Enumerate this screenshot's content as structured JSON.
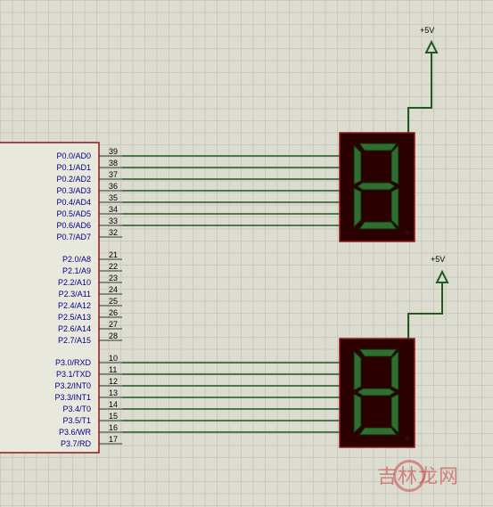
{
  "colors": {
    "background": "#dcdcd0",
    "grid": "#c9c9bd",
    "chip_body": "#e8e8dc",
    "chip_border": "#8b1a1a",
    "wire": "#1f5a1f",
    "display_body": "#2a0000",
    "display_border": "#8b1a1a",
    "segment_on": "#2f6e2f",
    "segment_outline": "#0d2a0d",
    "label_text": "#00008b"
  },
  "mcu": {
    "port0": [
      {
        "name": "P0.0/AD0",
        "num": "39"
      },
      {
        "name": "P0.1/AD1",
        "num": "38"
      },
      {
        "name": "P0.2/AD2",
        "num": "37"
      },
      {
        "name": "P0.3/AD3",
        "num": "36"
      },
      {
        "name": "P0.4/AD4",
        "num": "35"
      },
      {
        "name": "P0.5/AD5",
        "num": "34"
      },
      {
        "name": "P0.6/AD6",
        "num": "33"
      },
      {
        "name": "P0.7/AD7",
        "num": "32"
      }
    ],
    "port2": [
      {
        "name": "P2.0/A8",
        "num": "21"
      },
      {
        "name": "P2.1/A9",
        "num": "22"
      },
      {
        "name": "P2.2/A10",
        "num": "23"
      },
      {
        "name": "P2.3/A11",
        "num": "24"
      },
      {
        "name": "P2.4/A12",
        "num": "25"
      },
      {
        "name": "P2.5/A13",
        "num": "26"
      },
      {
        "name": "P2.6/A14",
        "num": "27"
      },
      {
        "name": "P2.7/A15",
        "num": "28"
      }
    ],
    "port3": [
      {
        "name": "P3.0/RXD",
        "num": "10"
      },
      {
        "name": "P3.1/TXD",
        "num": "11"
      },
      {
        "name": "P3.2/INT0",
        "num": "12"
      },
      {
        "name": "P3.3/INT1",
        "num": "13"
      },
      {
        "name": "P3.4/T0",
        "num": "14"
      },
      {
        "name": "P3.5/T1",
        "num": "15"
      },
      {
        "name": "P3.6/WR",
        "num": "16"
      },
      {
        "name": "P3.7/RD",
        "num": "17"
      }
    ]
  },
  "power": {
    "top_label": "+5V",
    "bottom_label": "+5V"
  },
  "displays": [
    {
      "id": "display-top",
      "digit": "8"
    },
    {
      "id": "display-bottom",
      "digit": "8"
    }
  ],
  "watermark": {
    "text": "吉林龙网"
  }
}
